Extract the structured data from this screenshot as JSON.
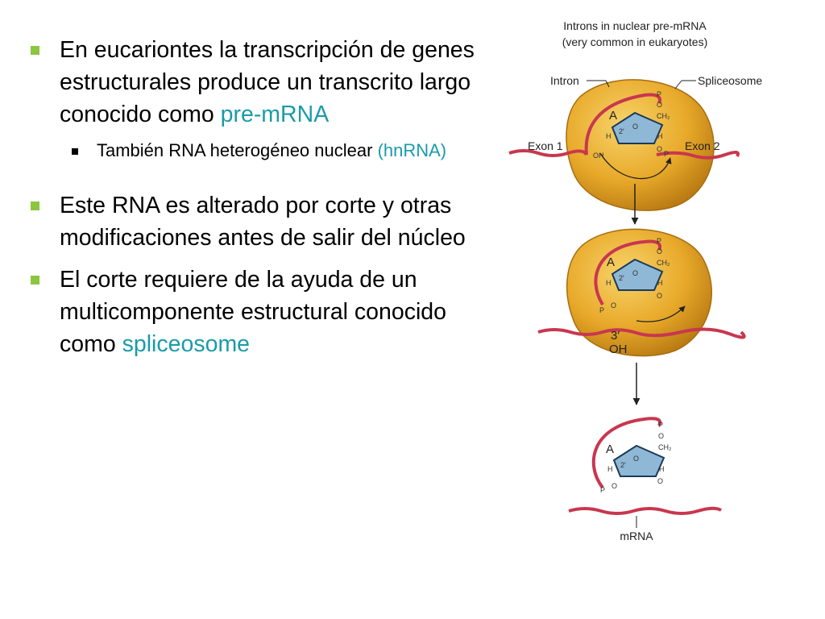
{
  "text": {
    "bullet1": {
      "main": "En eucariontes la transcripción de genes estructurales produce un transcrito largo conocido como ",
      "highlight": "pre-mRNA"
    },
    "sub1": {
      "main": "También RNA heterogéneo nuclear ",
      "highlight": "(hnRNA)"
    },
    "bullet2": "Este RNA es alterado por corte y otras modificaciones antes de salir del núcleo",
    "bullet3": {
      "main": "El corte requiere de la ayuda de un multicomponente estructural conocido como ",
      "highlight": "spliceosome"
    }
  },
  "diagram": {
    "title_line1": "Introns in nuclear pre-mRNA",
    "title_line2": "(very common in eukaryotes)",
    "intron": "Intron",
    "spliceosome": "Spliceosome",
    "exon1": "Exon 1",
    "exon2": "Exon 2",
    "three_prime": "3′",
    "oh_big": "OH",
    "mrna": "mRNA",
    "sugar": {
      "A": "A",
      "P": "P",
      "O": "O",
      "CH2": "CH₂",
      "H": "H",
      "h2": "2′",
      "OH": "OH"
    }
  },
  "colors": {
    "bullet_green": "#8cc63f",
    "highlight_teal": "#1a9ba8",
    "rna_red": "#c8374f",
    "spliceosome_gold": "#e8a92a",
    "sugar_blue": "#8fb8d6"
  }
}
